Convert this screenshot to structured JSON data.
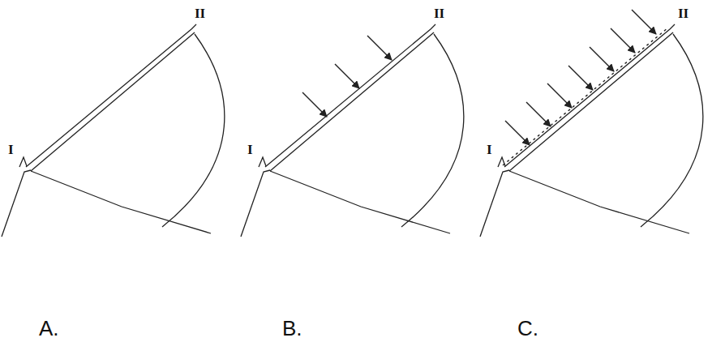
{
  "diagram": {
    "labels": [
      "II",
      "I",
      "A.",
      "II",
      "I",
      "B.",
      "II",
      "I",
      "C."
    ]
  }
}
